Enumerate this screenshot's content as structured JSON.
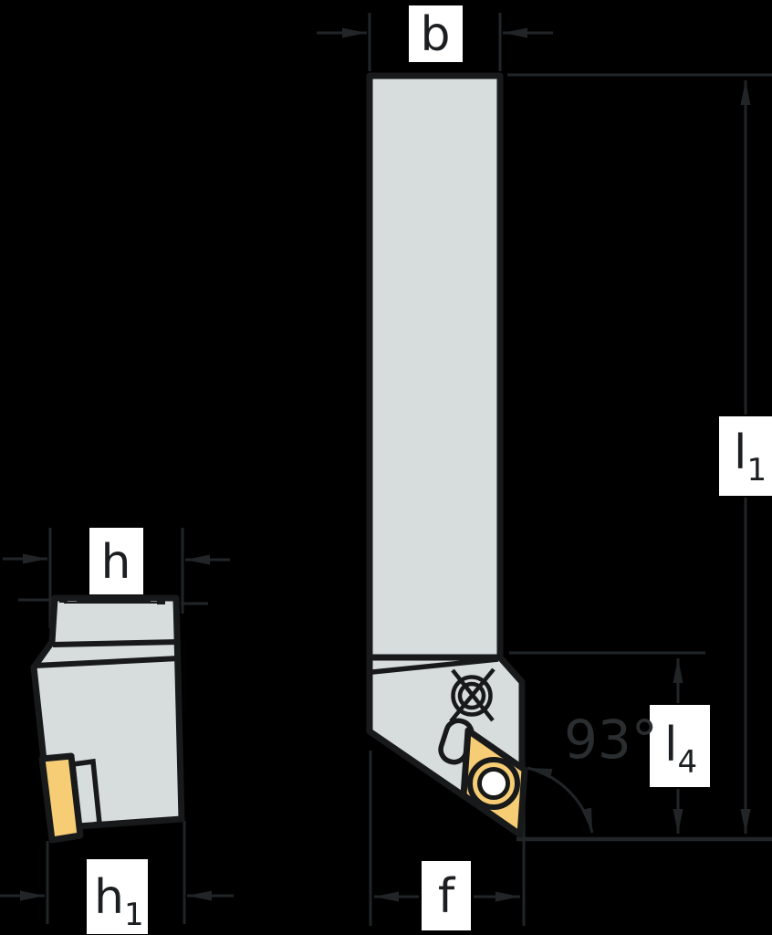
{
  "title": "Turning tool holder technical drawing",
  "colors": {
    "background": "#000000",
    "body-fill": "#d7dcdd",
    "outline": "#17191a",
    "insert-fill": "#f6cd74",
    "dim": "#212527",
    "angle-text": "#2b2e30",
    "label-box": "#ffffff",
    "label-text": "#1c1f21",
    "hole-core": "#ffffff"
  },
  "dimensions": {
    "b": {
      "label": "b"
    },
    "h": {
      "label": "h"
    },
    "h1": {
      "main": "h",
      "sub": "1"
    },
    "l1": {
      "main": "l",
      "sub": "1"
    },
    "l4": {
      "main": "l",
      "sub": "4"
    },
    "f": {
      "label": "f"
    },
    "angle": {
      "label": "93°"
    }
  }
}
